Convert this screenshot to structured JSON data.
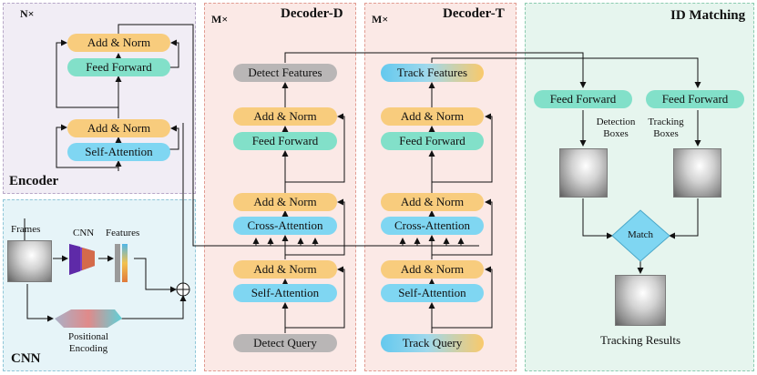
{
  "encoder": {
    "repeat": "N×",
    "title": "Encoder",
    "blocks": [
      "Add & Norm",
      "Feed Forward",
      "Add & Norm",
      "Self-Attention"
    ]
  },
  "cnn": {
    "title": "CNN",
    "frames_label": "Frames",
    "cnn_label": "CNN",
    "features_label": "Features",
    "pos_label": "Positional\nEncoding"
  },
  "decoder_d": {
    "repeat": "M×",
    "title": "Decoder-D",
    "output": "Detect Features",
    "blocks": [
      "Add & Norm",
      "Feed Forward",
      "Add & Norm",
      "Cross-Attention",
      "Add & Norm",
      "Self-Attention"
    ],
    "query": "Detect Query"
  },
  "decoder_t": {
    "repeat": "M×",
    "title": "Decoder-T",
    "output": "Track Features",
    "blocks": [
      "Add & Norm",
      "Feed Forward",
      "Add & Norm",
      "Cross-Attention",
      "Add & Norm",
      "Self-Attention"
    ],
    "query": "Track Query"
  },
  "id_matching": {
    "title": "ID Matching",
    "ff_left": "Feed Forward",
    "ff_right": "Feed Forward",
    "detection_label": "Detection\nBoxes",
    "tracking_label": "Tracking\nBoxes",
    "match": "Match",
    "results": "Tracking Results"
  },
  "colors": {
    "add_norm": "#f8cc7d",
    "feed_forward": "#82e0c9",
    "attention": "#7fd6f2",
    "query_grey": "#b9b6b6"
  }
}
